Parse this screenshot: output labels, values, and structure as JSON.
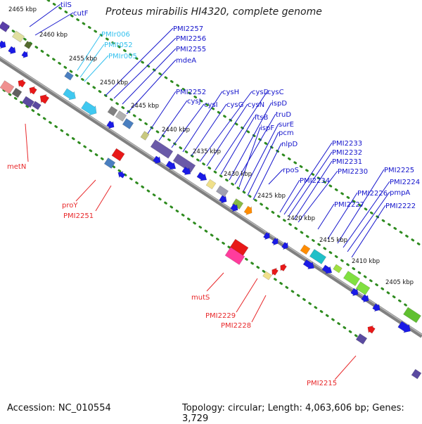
{
  "title": "Proteus mirabilis HI4320, complete genome",
  "footer": {
    "accession": "Accession: NC_010554",
    "topology": "Topology: circular; Length: 4,063,606 bp; Genes: 3,729"
  },
  "colors": {
    "backbone": "#808080",
    "tick_track": "#2e8b1f",
    "gene_label": "#1414cc",
    "rna_label": "#e8282a",
    "misc_label": "#33c0ee",
    "cds_forward": "#1a1ae6",
    "cds_reverse": "#1a1ae6",
    "rna": "#e81818"
  },
  "scale_labels": [
    "2465 kbp",
    "2460 kbp",
    "2455 kbp",
    "2450 kbp",
    "2445 kbp",
    "2440 kbp",
    "2435 kbp",
    "2430 kbp",
    "2425 kbp",
    "2420 kbp",
    "2415 kbp",
    "2410 kbp",
    "2405 kbp"
  ],
  "gene_labels": [
    "tilS",
    "cutF",
    "PMI2257",
    "PMI2256",
    "PMI2255",
    "mdeA",
    "PMI2252",
    "cysJ",
    "cysI",
    "cysH",
    "cysG",
    "cysD",
    "cysN",
    "cysC",
    "ftsB",
    "ispD",
    "truD",
    "ispF",
    "surE",
    "pcm",
    "nlpD",
    "rpoS",
    "PMI2234",
    "PMI2233",
    "PMI2232",
    "PMI2231",
    "PMI2230",
    "PMI2227",
    "PMI2226",
    "PMI2225",
    "PMI2224",
    "pmpA",
    "PMI2222"
  ],
  "misc_labels": [
    "PMIr006",
    "PMIt052",
    "PMIr005"
  ],
  "rna_labels": [
    "metN",
    "proY",
    "PMI2251",
    "mutS",
    "PMI2229",
    "PMI2228",
    "PMI2215"
  ]
}
